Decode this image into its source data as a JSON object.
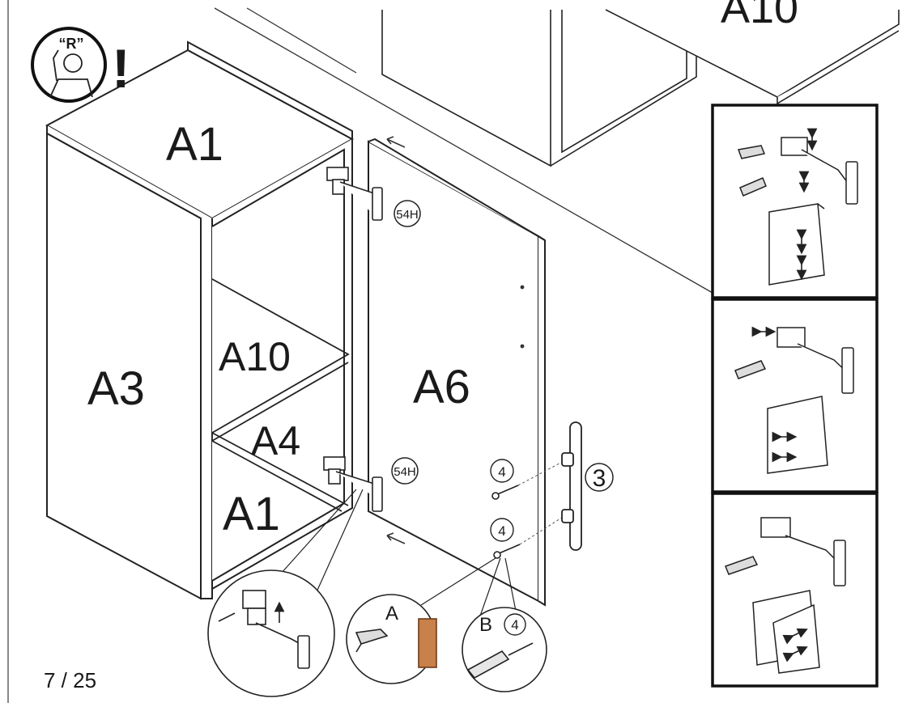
{
  "page": {
    "number_label": "7 / 25"
  },
  "notice": {
    "badge_text": "“R”",
    "exclaim": "!"
  },
  "parts": {
    "top_panel": "A1",
    "side_panel": "A3",
    "shelf": "A10",
    "back_panel": "A4",
    "bottom_panel": "A1",
    "door": "A6",
    "wall_unit": "A10"
  },
  "hardware": {
    "hinge_label_top": "54H",
    "hinge_label_bottom": "54H",
    "screw_qty_top": "4",
    "screw_qty_bottom": "4",
    "handle_part": "3"
  },
  "details": {
    "drill_label": "A",
    "screwdriver_label": "B",
    "screwdriver_qty": "4"
  },
  "adjustment_panels": [
    {
      "name": "vertical-adjustment",
      "arrow": "vertical"
    },
    {
      "name": "lateral-adjustment",
      "arrow": "horizontal"
    },
    {
      "name": "depth-adjustment",
      "arrow": "diagonal"
    }
  ]
}
